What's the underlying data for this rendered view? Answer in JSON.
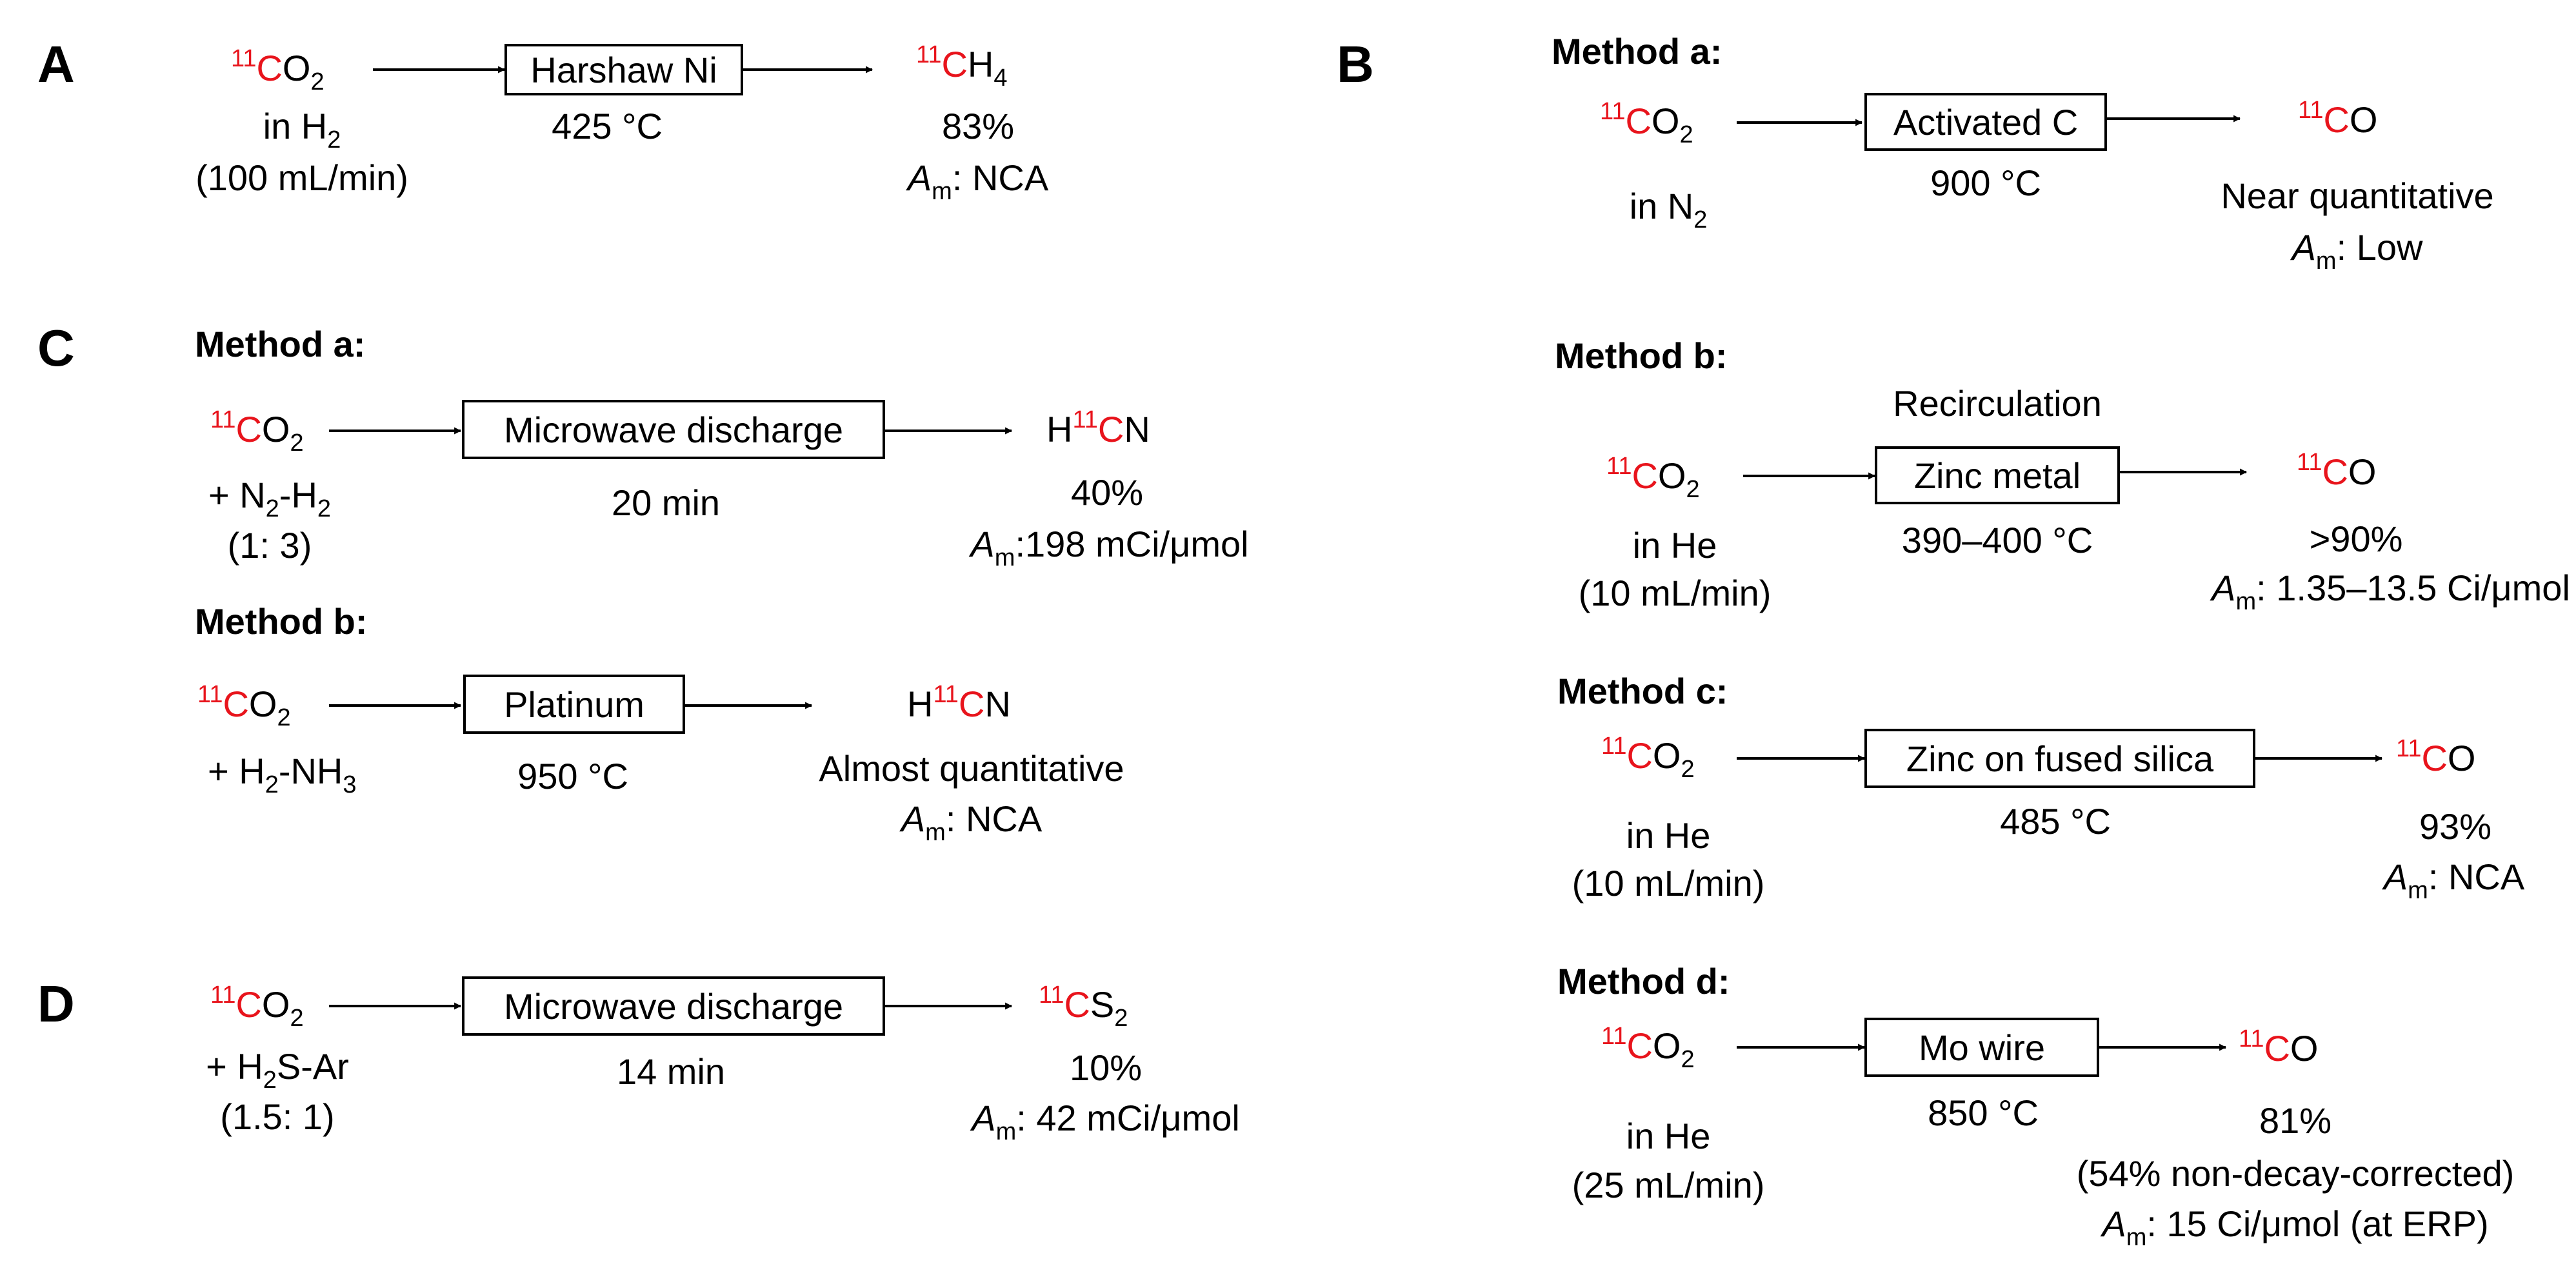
{
  "panels": {
    "A": "A",
    "B": "B",
    "C": "C",
    "D": "D"
  },
  "chem": {
    "iso": "11",
    "c": "C",
    "o2": "O",
    "sub2": "2",
    "h": "H",
    "sub4": "4",
    "n": "N",
    "o": "O",
    "s": "S",
    "sub3": "3"
  },
  "am": {
    "a": "A",
    "m": "m"
  },
  "panelA": {
    "reagent_prefix": "in H",
    "flow": "(100 mL/min)",
    "box": "Harshaw Ni",
    "cond": "425 °C",
    "yield": "83%",
    "am_value": ": NCA"
  },
  "panelB": {
    "methodA": {
      "title": "Method a:",
      "reagent_prefix": "in N",
      "box": "Activated C",
      "cond": "900 °C",
      "yield": "Near quantitative",
      "am_value": ": Low"
    },
    "methodB": {
      "title": "Method b:",
      "above": "Recirculation",
      "reagent": "in He",
      "flow": "(10 mL/min)",
      "box": "Zinc metal",
      "cond": "390–400 °C",
      "yield": ">90%",
      "am_value": ": 1.35–13.5 Ci/μmol"
    },
    "methodC": {
      "title": "Method c:",
      "reagent": "in He",
      "flow": "(10 mL/min)",
      "box": "Zinc on fused silica",
      "cond": "485 °C",
      "yield": "93%",
      "am_value": ": NCA"
    },
    "methodD": {
      "title": "Method d:",
      "reagent": "in He",
      "flow": "(25 mL/min)",
      "box": "Mo wire",
      "cond": "850 °C",
      "yield": "81%",
      "note": "(54% non-decay-corrected)",
      "am_value": ": 15 Ci/μmol (at ERP)"
    }
  },
  "panelC": {
    "methodA": {
      "title": "Method a:",
      "reagent_a": "+ N",
      "reagent_b": "-H",
      "ratio": "(1: 3)",
      "box": "Microwave discharge",
      "cond": "20 min",
      "yield": "40%",
      "am_value": ":198 mCi/μmol"
    },
    "methodB": {
      "title": "Method b:",
      "reagent_a": "+ H",
      "reagent_b": "-NH",
      "box": "Platinum",
      "cond": "950 °C",
      "yield": "Almost quantitative",
      "am_value": ": NCA"
    }
  },
  "panelD": {
    "reagent_a": "+ H",
    "reagent_b": "S-Ar",
    "ratio": "(1.5: 1)",
    "box": "Microwave discharge",
    "cond": "14 min",
    "yield": "10%",
    "am_value": ": 42 mCi/μmol"
  }
}
